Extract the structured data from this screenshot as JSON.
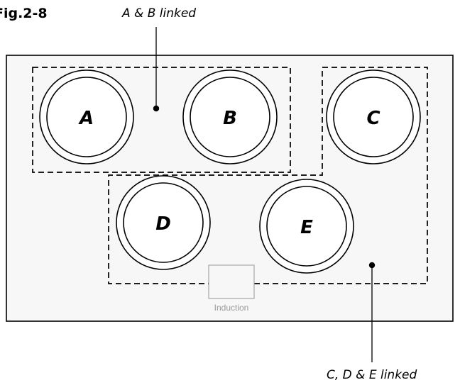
{
  "figure": {
    "label": "Fig.2-8"
  },
  "callouts": {
    "ab_linked": "A & B linked",
    "cde_linked": "C, D & E linked"
  },
  "zones": [
    {
      "id": "a",
      "label": "A"
    },
    {
      "id": "b",
      "label": "B"
    },
    {
      "id": "c",
      "label": "C"
    },
    {
      "id": "d",
      "label": "D"
    },
    {
      "id": "e",
      "label": "E"
    }
  ],
  "induction": {
    "label": "Induction"
  },
  "colors": {
    "hob_fill": "#f7f7f7",
    "outline": "#000000",
    "induction_grey": "#a6a6a6"
  }
}
